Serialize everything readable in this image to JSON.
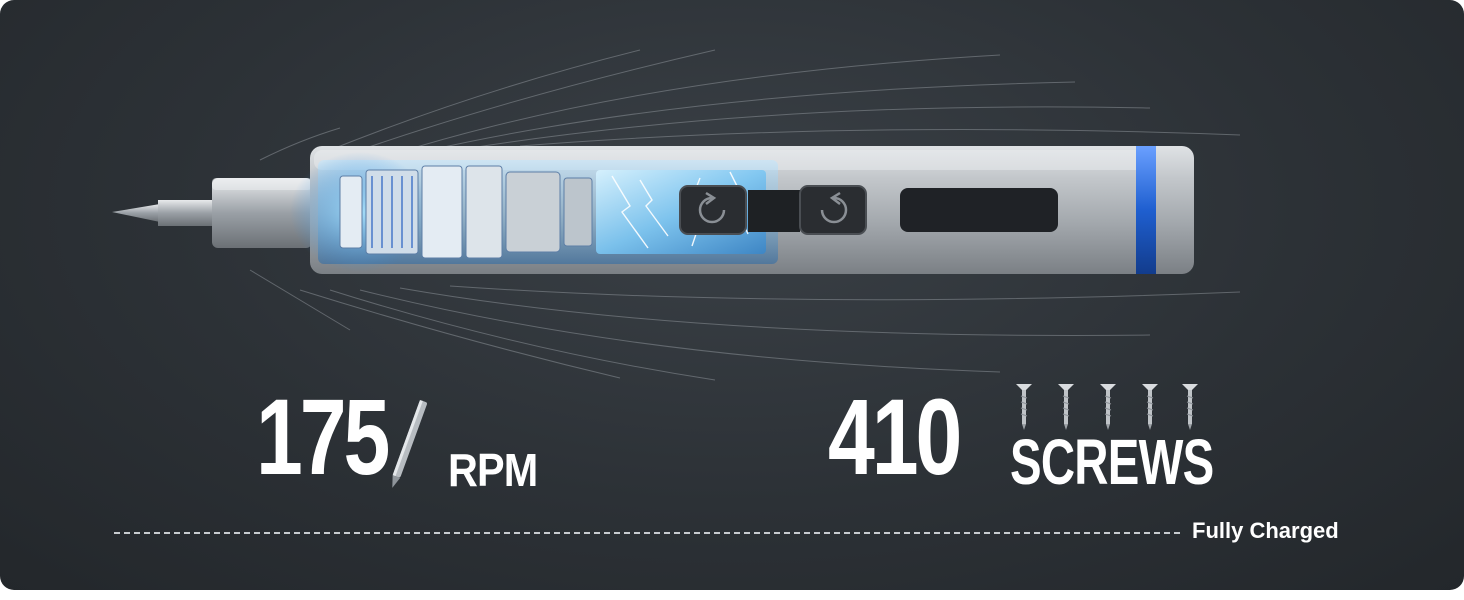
{
  "stats": {
    "speed": {
      "value": "175",
      "unit": "RPM",
      "icon": "screwdriver-bit-icon"
    },
    "capacity": {
      "value": "410",
      "unit": "SCREWS",
      "icon": "screw-icon",
      "icon_count": 5
    }
  },
  "footer": {
    "label": "Fully Charged"
  },
  "colors": {
    "background": "#2c3136",
    "accent_blue": "#2f6fd6",
    "glow_blue": "#7fd0ff",
    "text": "#ffffff",
    "dashes": "#c8ccd0"
  }
}
